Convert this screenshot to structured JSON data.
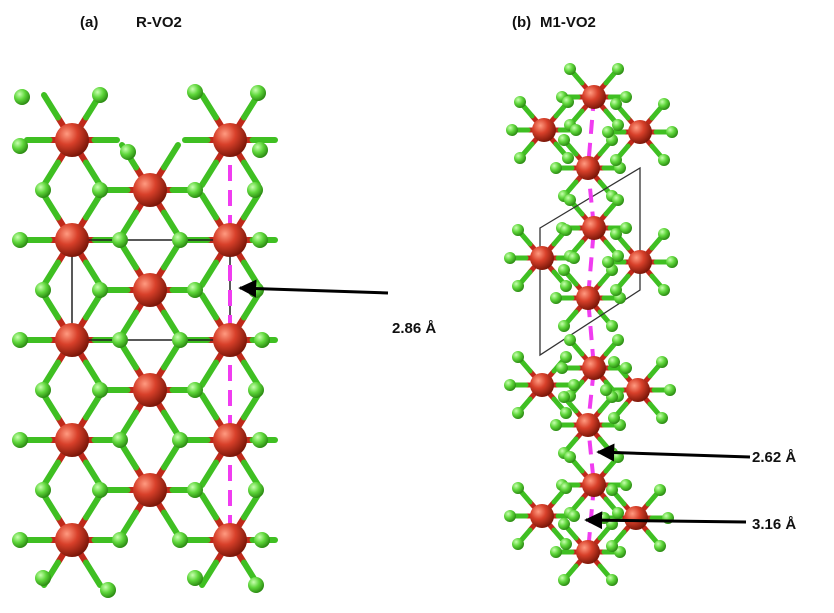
{
  "panels": [
    {
      "letter": "(a)",
      "name": "R-VO2",
      "distances": [
        "2.86 Å"
      ]
    },
    {
      "letter": "(b)",
      "name": "M1-VO2",
      "distances": [
        "2.62 Å",
        "3.16 Å"
      ]
    }
  ],
  "colors": {
    "vanadium": "#d8402a",
    "oxygen": "#5ed63a",
    "dimer_line": "#f03cf0",
    "cell": "#222222",
    "arrow": "#000000"
  }
}
